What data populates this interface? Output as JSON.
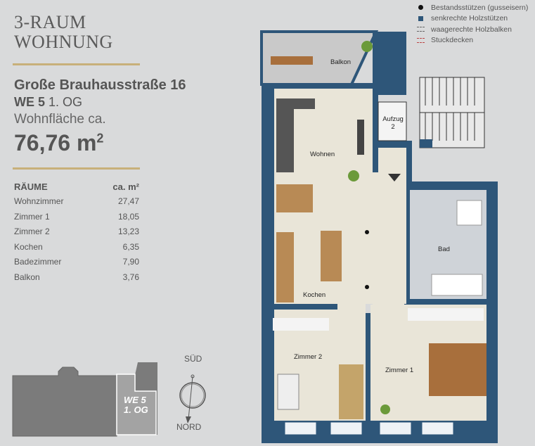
{
  "header": {
    "line1": "3-RAUM",
    "line2": "WOHNUNG"
  },
  "address": "Große Brauhausstraße 16",
  "unit": {
    "we": "WE 5",
    "floor": "1. OG"
  },
  "area_label": "Wohnfläche ca.",
  "area_value": "76,76 m",
  "area_unit_sup": "2",
  "rooms": {
    "header_name": "RÄUME",
    "header_area": "ca.  m²",
    "items": [
      {
        "name": "Wohnzimmer",
        "area": "27,47"
      },
      {
        "name": "Zimmer 1",
        "area": "18,05"
      },
      {
        "name": "Zimmer 2",
        "area": "13,23"
      },
      {
        "name": "Kochen",
        "area": "6,35"
      },
      {
        "name": "Badezimmer",
        "area": "7,90"
      },
      {
        "name": "Balkon",
        "area": "3,76"
      }
    ]
  },
  "legend": [
    {
      "label": "Bestandsstützen (gusseisern)",
      "symbol": "black-dot"
    },
    {
      "label": "senkrechte Holzstützen",
      "symbol": "blue-square"
    },
    {
      "label": "waagerechte Holzbalken",
      "symbol": "dashed-gray"
    },
    {
      "label": "Stuckdecken",
      "symbol": "dashed-red"
    }
  ],
  "plan_labels": {
    "balkon": "Balkon",
    "wohnen": "Wohnen",
    "aufzug": "Aufzug",
    "aufzug_nr": "2",
    "kochen": "Kochen",
    "bad": "Bad",
    "zimmer1": "Zimmer 1",
    "zimmer2": "Zimmer 2"
  },
  "location": {
    "we": "WE 5",
    "floor": "1. OG"
  },
  "compass": {
    "top": "SÜD",
    "bottom": "NORD"
  },
  "colors": {
    "wall": "#2e5679",
    "floor": "#e9e5d8",
    "accent_rule": "#c8b07a",
    "background": "#d9dadb"
  }
}
